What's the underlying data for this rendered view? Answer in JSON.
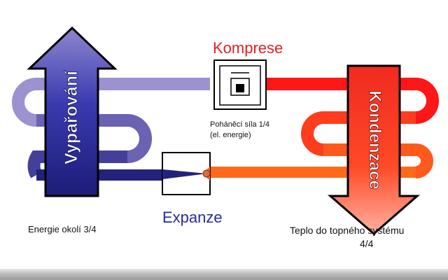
{
  "colors": {
    "cold_dark": "#22227a",
    "cold_mid": "#5e56aa",
    "cold_light": "#9c92cf",
    "hot_red": "#ff1616",
    "hot_mid": "#ff3d1e",
    "hot_orange": "#ff6a1a",
    "arrow_blue": "#3a3ab0",
    "arrow_red": "#f02a20"
  },
  "labels": {
    "komprese": "Komprese",
    "expanze": "Expanze",
    "vyparovani": "Vypařování",
    "kondenzace": "Kondenzace",
    "pohon_line1": "Poháněcí síla 1/4",
    "pohon_line2": "(el. energie)",
    "energie_okoli": "Energie okolí 3/4",
    "teplo_line1": "Teplo do topného systému",
    "teplo_line2": "4/4"
  },
  "icons": {
    "compressor": "compressor-icon",
    "expansion": "expansion-valve-icon"
  }
}
